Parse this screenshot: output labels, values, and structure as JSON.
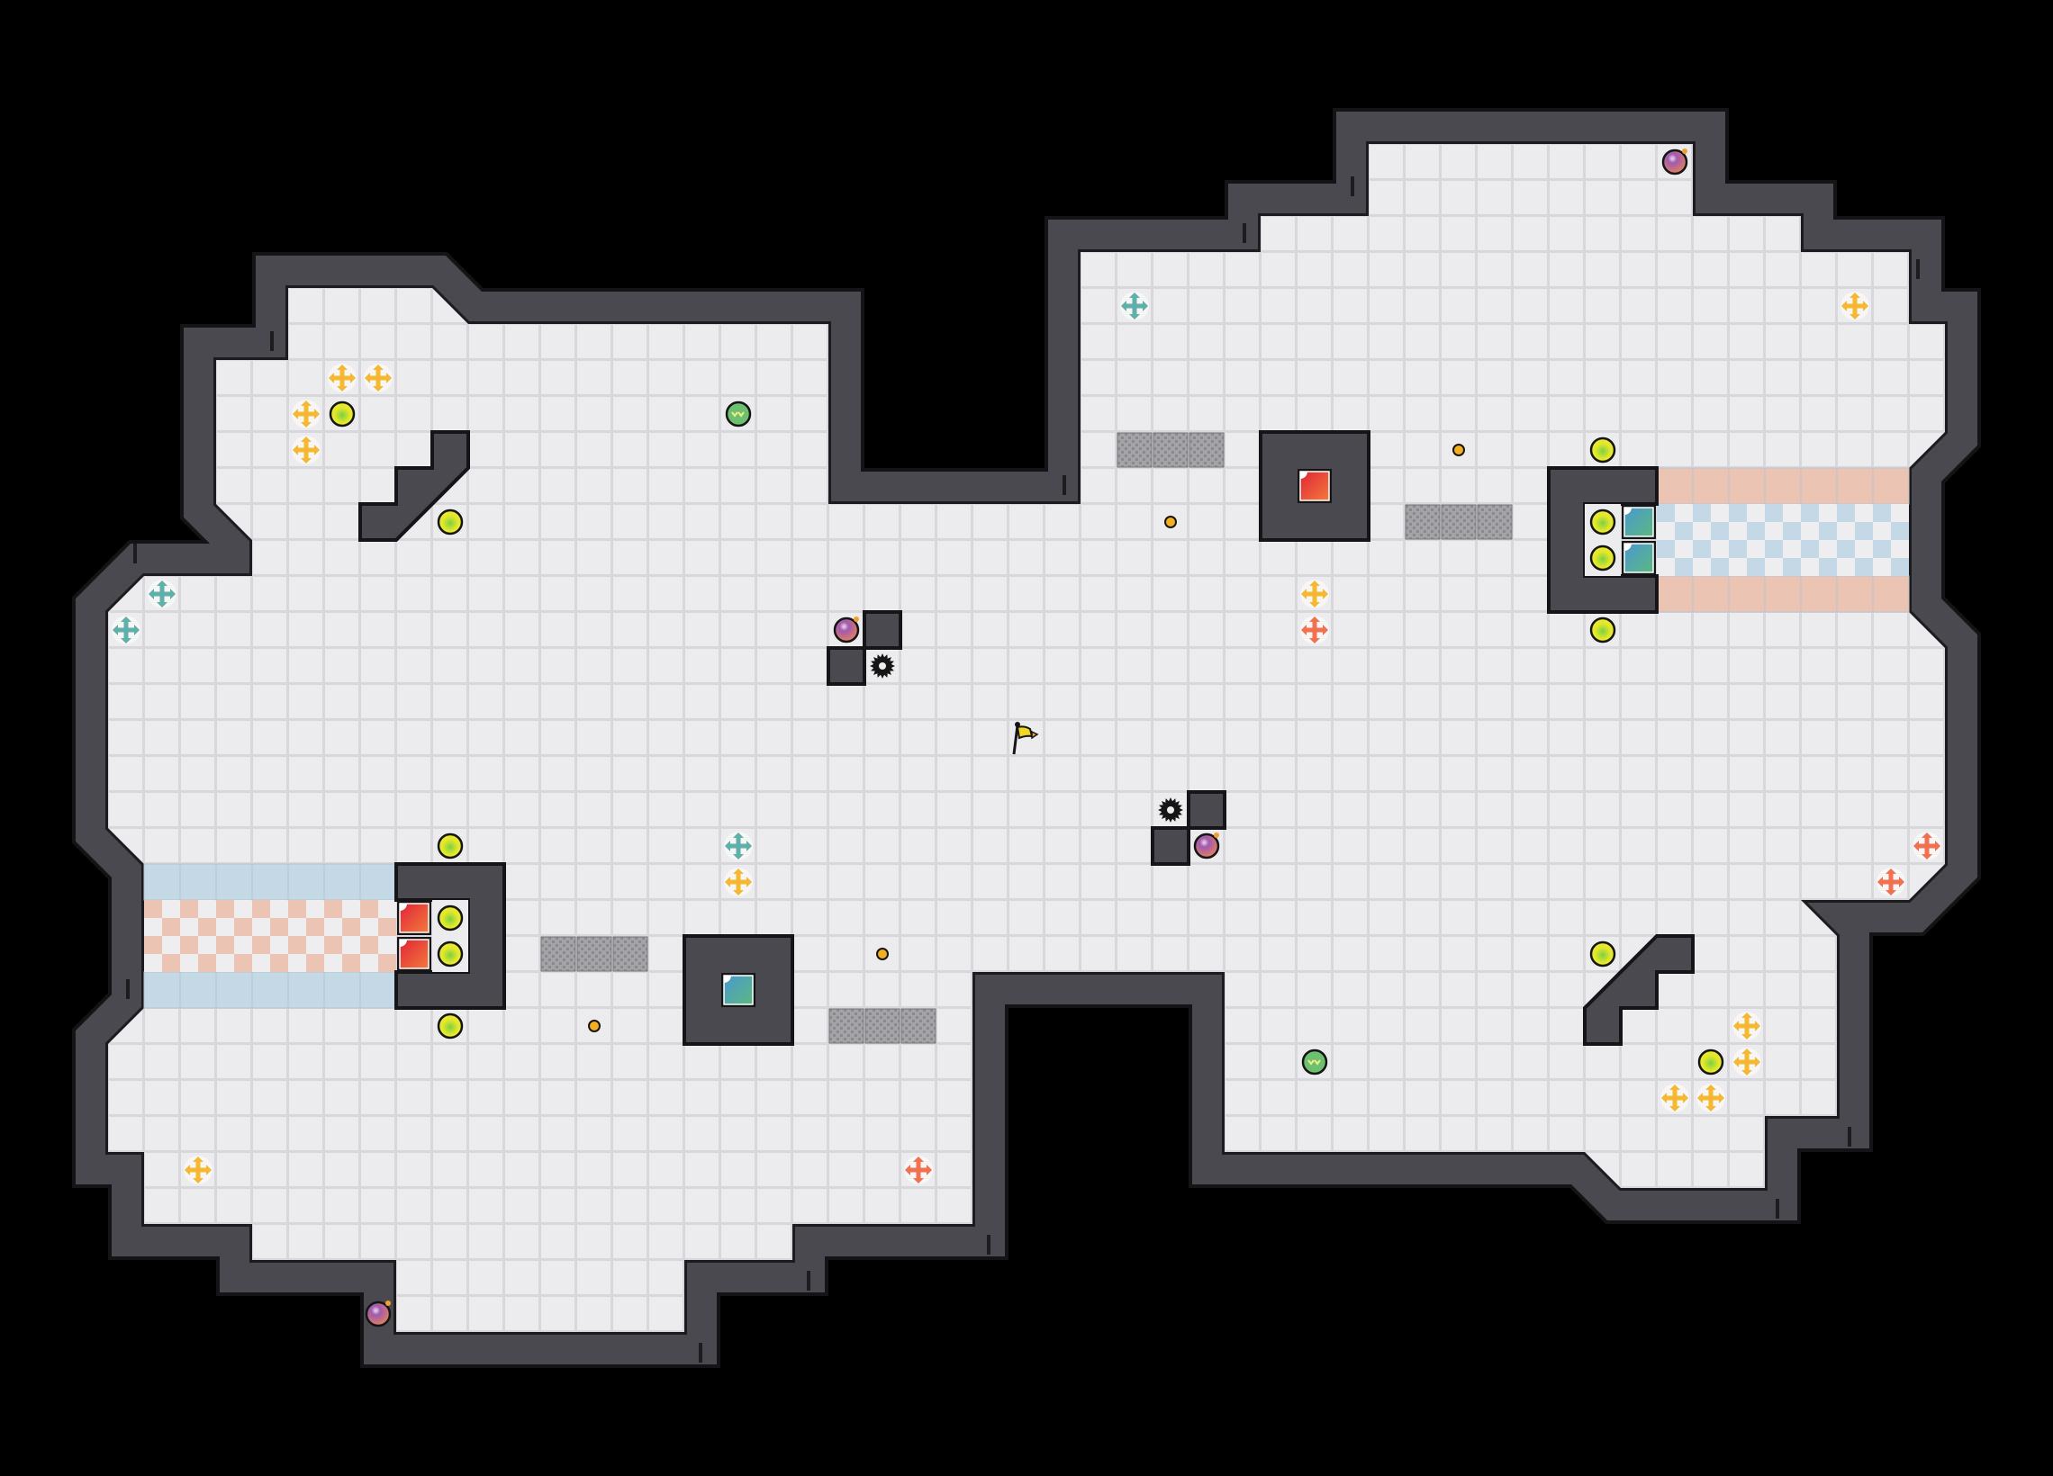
{
  "colors": {
    "background": "#000000",
    "wall": "#4a494f",
    "wall_outline": "#141416",
    "floor": "#ececef",
    "floor_grout": "#d8d7dc",
    "grate": "#9a9a9e",
    "water_blue": "#c4d8e6",
    "water_pink": "#ecc4b4",
    "arrow_yellow": "#f5b830",
    "arrow_teal": "#5fb0a8",
    "arrow_orange": "#f07050",
    "coin_lime": "#e4e82a",
    "coin_green": "#6cc070",
    "gold_dot": "#f0b020",
    "bomb": "#b05aa0",
    "block_red": "#e83038",
    "block_teal": "#4aa0c8",
    "flag": "#f0d820"
  },
  "entities": {
    "flag": "player-flag",
    "arrows_yellow": 12,
    "arrows_teal": 4,
    "arrows_orange": 4,
    "lime_coins": 12,
    "green_coins": 2,
    "gold_dots": 4,
    "bombs": 4,
    "gears": 2,
    "red_blocks": 3,
    "teal_blocks": 3
  }
}
